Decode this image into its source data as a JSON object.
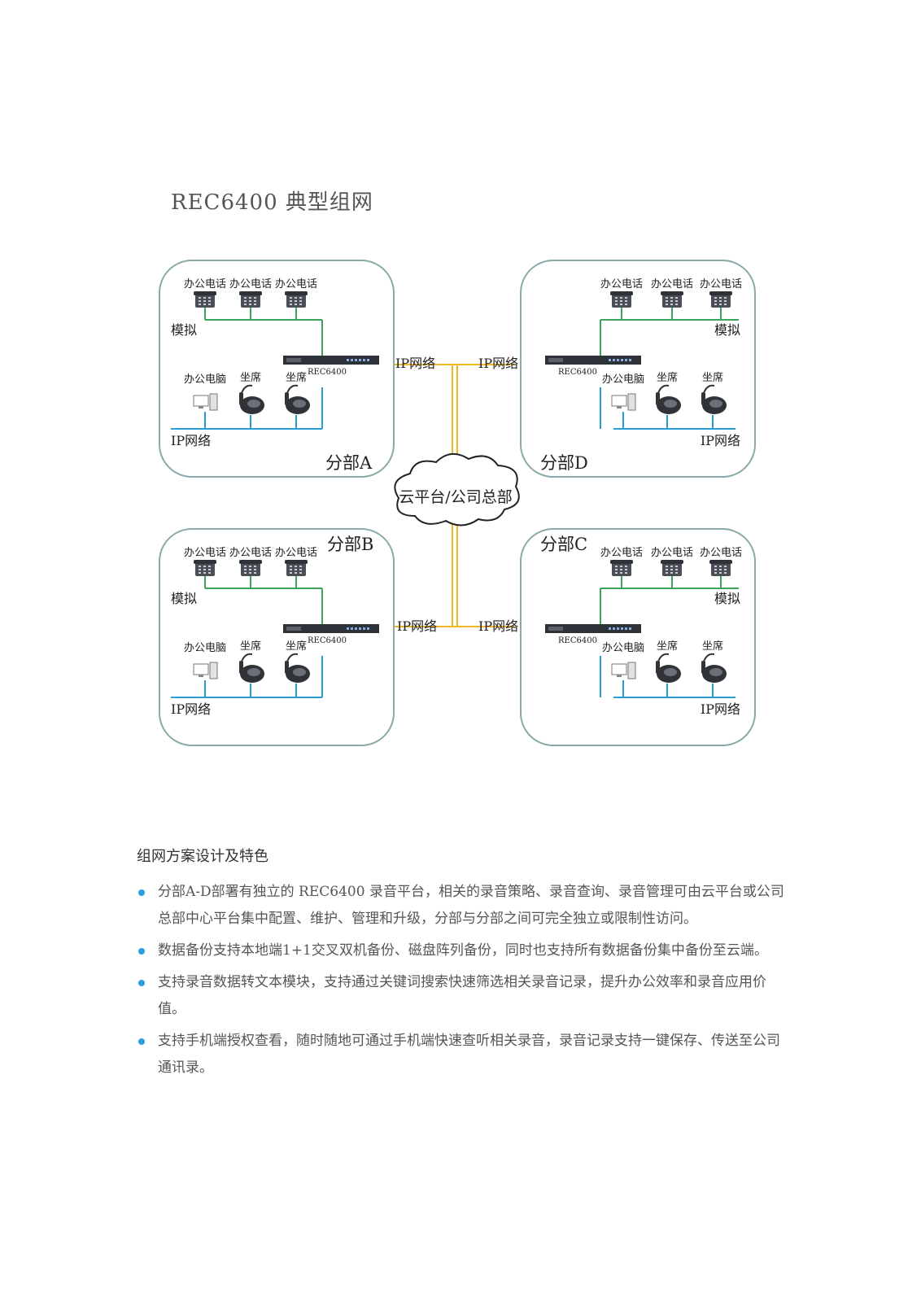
{
  "page_title": "REC6400 典型组网",
  "diagram": {
    "cloud_label": "云平台/公司总部",
    "link_label": "IP网络",
    "branches": {
      "A": {
        "name": "分部A",
        "phone_labels": [
          "办公电话",
          "办公电话",
          "办公电话"
        ],
        "analog_label": "模拟",
        "device_label": "REC6400",
        "pc_label": "办公电脑",
        "seat_labels": [
          "坐席",
          "坐席"
        ],
        "ip_label": "IP网络"
      },
      "B": {
        "name": "分部B",
        "phone_labels": [
          "办公电话",
          "办公电话",
          "办公电话"
        ],
        "analog_label": "模拟",
        "device_label": "REC6400",
        "pc_label": "办公电脑",
        "seat_labels": [
          "坐席",
          "坐席"
        ],
        "ip_label": "IP网络"
      },
      "C": {
        "name": "分部C",
        "phone_labels": [
          "办公电话",
          "办公电话",
          "办公电话"
        ],
        "analog_label": "模拟",
        "device_label": "REC6400",
        "pc_label": "办公电脑",
        "seat_labels": [
          "坐席",
          "坐席"
        ],
        "ip_label": "IP网络"
      },
      "D": {
        "name": "分部D",
        "phone_labels": [
          "办公电话",
          "办公电话",
          "办公电话"
        ],
        "analog_label": "模拟",
        "device_label": "REC6400",
        "pc_label": "办公电脑",
        "seat_labels": [
          "坐席",
          "坐席"
        ],
        "ip_label": "IP网络"
      }
    },
    "colors": {
      "branch_border": "#8aa9a9",
      "analog_line": "#3aa55a",
      "ip_line": "#2a9cd0",
      "trunk_line": "#f0b820",
      "branch_name": "#3bb6c4"
    }
  },
  "features": {
    "title": "组网方案设计及特色",
    "items": [
      "分部A-D部署有独立的 REC6400 录音平台，相关的录音策略、录音查询、录音管理可由云平台或公司总部中心平台集中配置、维护、管理和升级，分部与分部之间可完全独立或限制性访问。",
      "数据备份支持本地端1+1交叉双机备份、磁盘阵列备份，同时也支持所有数据备份集中备份至云端。",
      "支持录音数据转文本模块，支持通过关键词搜索快速筛选相关录音记录，提升办公效率和录音应用价值。",
      "支持手机端授权查看，随时随地可通过手机端快速查听相关录音，录音记录支持一键保存、传送至公司通讯录。"
    ]
  }
}
